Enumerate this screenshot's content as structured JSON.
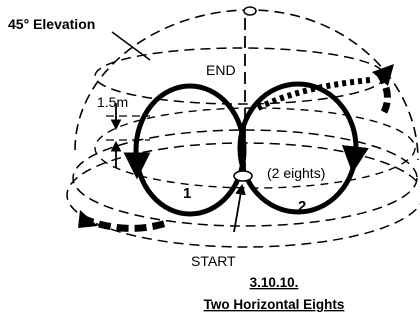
{
  "diagram": {
    "elevation_label": "45° Elevation",
    "end_label": "END",
    "height_label": "1.5m",
    "note_label": "(2 eights)",
    "loop_1": "1",
    "loop_2": "2",
    "start_label": "START",
    "figure_number": "3.10.10.",
    "figure_title": "Two Horizontal Eights"
  }
}
